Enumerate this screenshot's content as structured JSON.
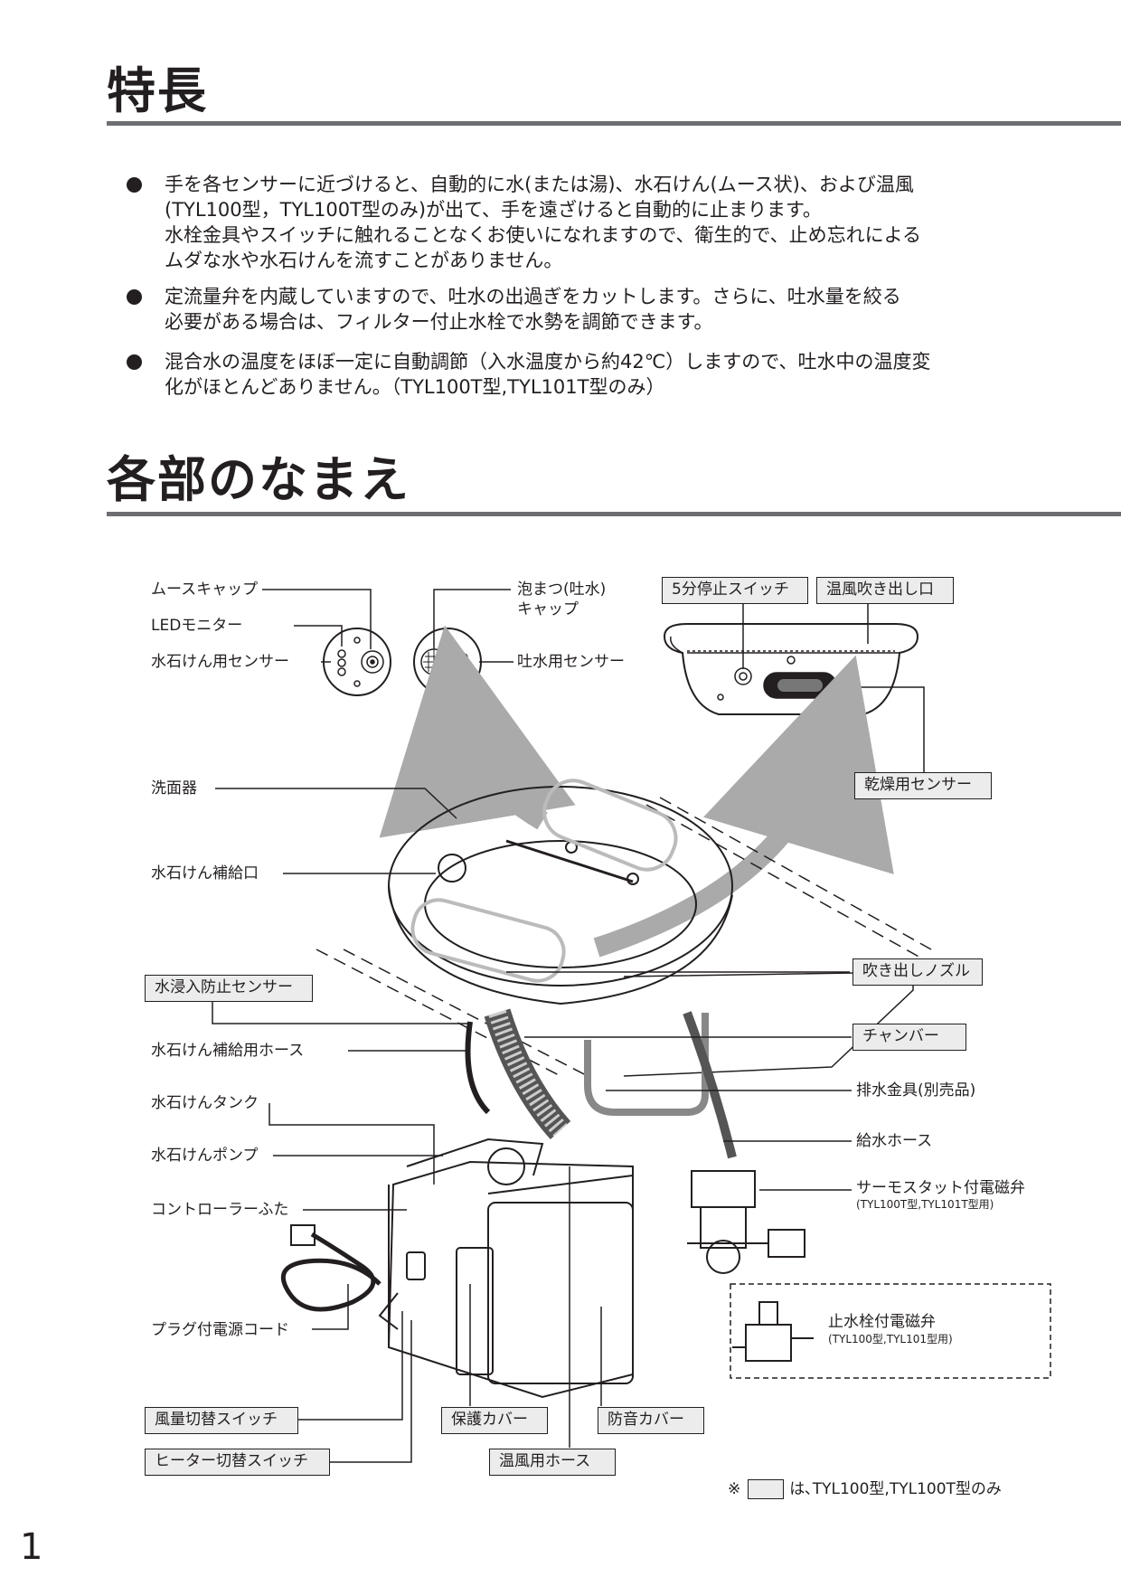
{
  "features": {
    "heading": "特長",
    "bullets": [
      {
        "lines": [
          "手を各センサーに近づけると、自動的に水(または湯)、水石けん(ムース状)、および温風",
          "(TYL100型，TYL100T型のみ)が出て、手を遠ざけると自動的に止まります。",
          "水栓金具やスイッチに触れることなくお使いになれますので、衛生的で、止め忘れによる",
          "ムダな水や水石けんを流すことがありません。"
        ]
      },
      {
        "lines": [
          "定流量弁を内蔵していますので、吐水の出過ぎをカットします。さらに、吐水量を絞る",
          "必要がある場合は、フィルター付止水栓で水勢を調節できます。"
        ]
      },
      {
        "lines": [
          "混合水の温度をほぼ一定に自動調節（入水温度から約42℃）しますので、吐水中の温度変",
          "化がほとんどありません。（TYL100T型,TYL101T型のみ）"
        ]
      }
    ]
  },
  "parts": {
    "heading": "各部のなまえ",
    "labels": {
      "mousse_cap": "ムースキャップ",
      "led_monitor": "LEDモニター",
      "soap_sensor": "水石けん用センサー",
      "foam_cap_1": "泡まつ(吐水)",
      "foam_cap_2": "キャップ",
      "water_sensor": "吐水用センサー",
      "five_min_switch": "5分停止スイッチ",
      "warm_air_outlet": "温風吹き出し口",
      "dry_sensor": "乾燥用センサー",
      "basin": "洗面器",
      "soap_refill": "水石けん補給口",
      "flood_sensor": "水浸入防止センサー",
      "blow_nozzle": "吹き出しノズル",
      "chamber": "チャンバー",
      "soap_refill_hose": "水石けん補給用ホース",
      "drain_fitting": "排水金具(別売品)",
      "soap_tank": "水石けんタンク",
      "supply_hose": "給水ホース",
      "soap_pump": "水石けんポンプ",
      "thermostat_valve": "サーモスタット付電磁弁",
      "thermostat_valve_note": "(TYL100T型,TYL101T型用)",
      "controller_lid": "コントローラーふた",
      "stop_valve": "止水栓付電磁弁",
      "stop_valve_note": "(TYL100型,TYL101型用)",
      "power_cord": "プラグ付電源コード",
      "airflow_switch": "風量切替スイッチ",
      "protect_cover": "保護カバー",
      "sound_cover": "防音カバー",
      "heater_switch": "ヒーター切替スイッチ",
      "warm_air_hose": "温風用ホース"
    },
    "footnote_mark": "※",
    "footnote_text": "は､TYL100型,TYL100T型のみ"
  },
  "page_number": "1"
}
